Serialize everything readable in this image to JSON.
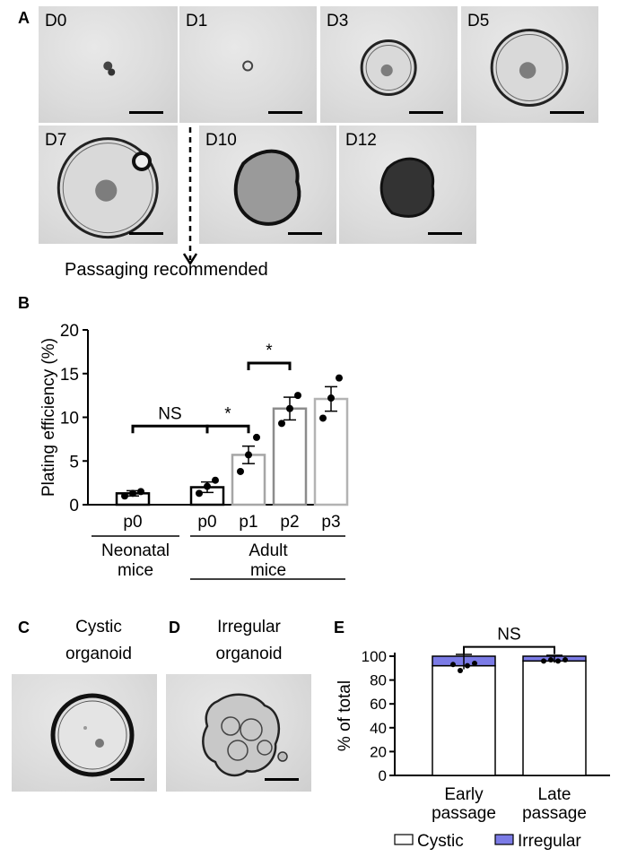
{
  "panels": {
    "a": {
      "letter": "A",
      "days": [
        "D0",
        "D1",
        "D3",
        "D5",
        "D7",
        "D10",
        "D12"
      ],
      "annotation": "Passaging recommended"
    },
    "b": {
      "letter": "B"
    },
    "c": {
      "letter": "C",
      "title_lines": [
        "Cystic",
        "organoid"
      ]
    },
    "d": {
      "letter": "D",
      "title_lines": [
        "Irregular",
        "organoid"
      ]
    },
    "e": {
      "letter": "E"
    }
  },
  "chart_data": [
    {
      "type": "bar",
      "panel": "B",
      "ylabel": "Plating efficiency (%)",
      "ylim": [
        0,
        20
      ],
      "yticks": [
        0,
        5,
        10,
        15,
        20
      ],
      "categories": [
        "p0",
        "p0",
        "p1",
        "p2",
        "p3"
      ],
      "groups": [
        {
          "name": "Neonatal mice",
          "lines": [
            "Neonatal",
            "mice"
          ],
          "categories": [
            "p0"
          ]
        },
        {
          "name": "Adult mice",
          "lines": [
            "Adult",
            "mice"
          ],
          "categories": [
            "p0",
            "p1",
            "p2",
            "p3"
          ]
        }
      ],
      "values": [
        1.3,
        2.0,
        5.7,
        11.0,
        12.1
      ],
      "errors": [
        0.3,
        0.6,
        1.0,
        1.3,
        1.4
      ],
      "points": [
        [
          1.0,
          1.5,
          1.3
        ],
        [
          1.3,
          2.8,
          2.1
        ],
        [
          3.8,
          7.7,
          5.7
        ],
        [
          9.3,
          12.5,
          11.0
        ],
        [
          9.9,
          14.5,
          12.2
        ]
      ],
      "bar_colors": [
        "#000000",
        "#000000",
        "#a6a6a6",
        "#8c8c8c",
        "#b3b3b3"
      ],
      "annotations": [
        {
          "text": "NS",
          "from": 0,
          "to": 1,
          "y": 9
        },
        {
          "text": "*",
          "from": 1,
          "to": 2,
          "y": 9
        },
        {
          "text": "*",
          "from": 2,
          "to": 3,
          "y": 16.2
        }
      ]
    },
    {
      "type": "bar",
      "stacked": true,
      "panel": "E",
      "ylabel": "% of total",
      "ylim": [
        0,
        100
      ],
      "yticks": [
        0,
        20,
        40,
        60,
        80,
        100
      ],
      "categories": [
        "Early passage",
        "Late passage"
      ],
      "category_lines": [
        [
          "Early",
          "passage"
        ],
        [
          "Late",
          "passage"
        ]
      ],
      "series": [
        {
          "name": "Cystic",
          "values": [
            92,
            96
          ],
          "color": "#ffffff"
        },
        {
          "name": "Irregular",
          "values": [
            8,
            4
          ],
          "color": "#7b7be6"
        }
      ],
      "errors": [
        3,
        1.5
      ],
      "points": [
        [
          93,
          88,
          92,
          94
        ],
        [
          96,
          97,
          96,
          97
        ]
      ],
      "annotations": [
        {
          "text": "NS",
          "from": 0,
          "to": 1,
          "y": 104
        }
      ]
    }
  ]
}
